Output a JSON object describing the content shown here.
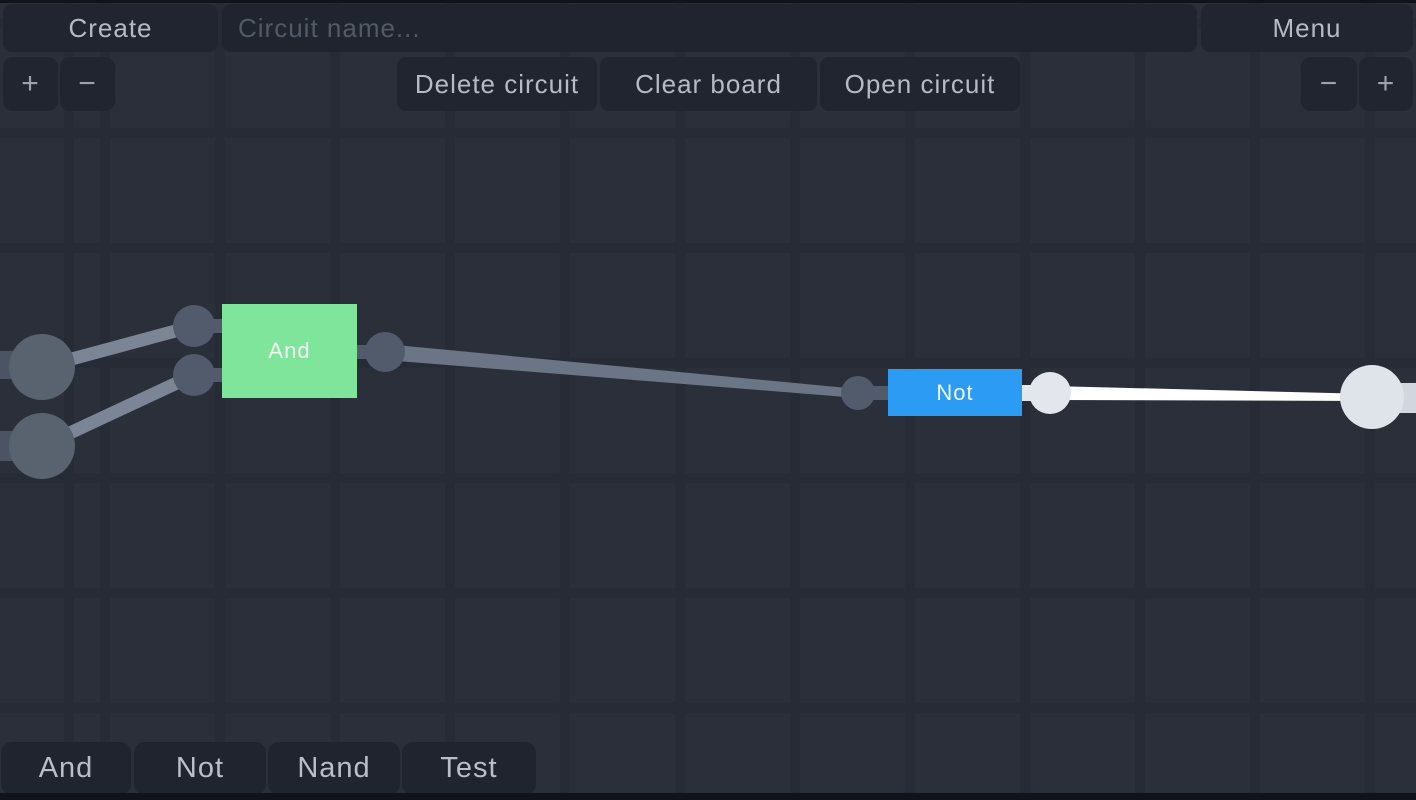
{
  "header": {
    "create_label": "Create",
    "circuit_name_placeholder": "Circuit name...",
    "menu_label": "Menu"
  },
  "toolbar": {
    "delete_label": "Delete circuit",
    "clear_label": "Clear board",
    "open_label": "Open circuit",
    "zoom_in_label": "+",
    "zoom_out_label": "−"
  },
  "palette": {
    "items": [
      {
        "label": "And"
      },
      {
        "label": "Not"
      },
      {
        "label": "Nand"
      },
      {
        "label": "Test"
      }
    ]
  },
  "canvas": {
    "gates": [
      {
        "label": "And",
        "color": "#7ee59a"
      },
      {
        "label": "Not",
        "color": "#2b9bf4"
      }
    ],
    "colors": {
      "wire_off": "#7b8595",
      "wire_off_dim": "#6b7585",
      "stub_off": "#4c5464",
      "node_off": "#525b6b",
      "terminal_off": "#59626f",
      "wire_on": "#ffffff",
      "node_on": "#e3e7ed",
      "lamp_on": "#dfe4ea",
      "stub_on": "#d1d6df"
    }
  }
}
